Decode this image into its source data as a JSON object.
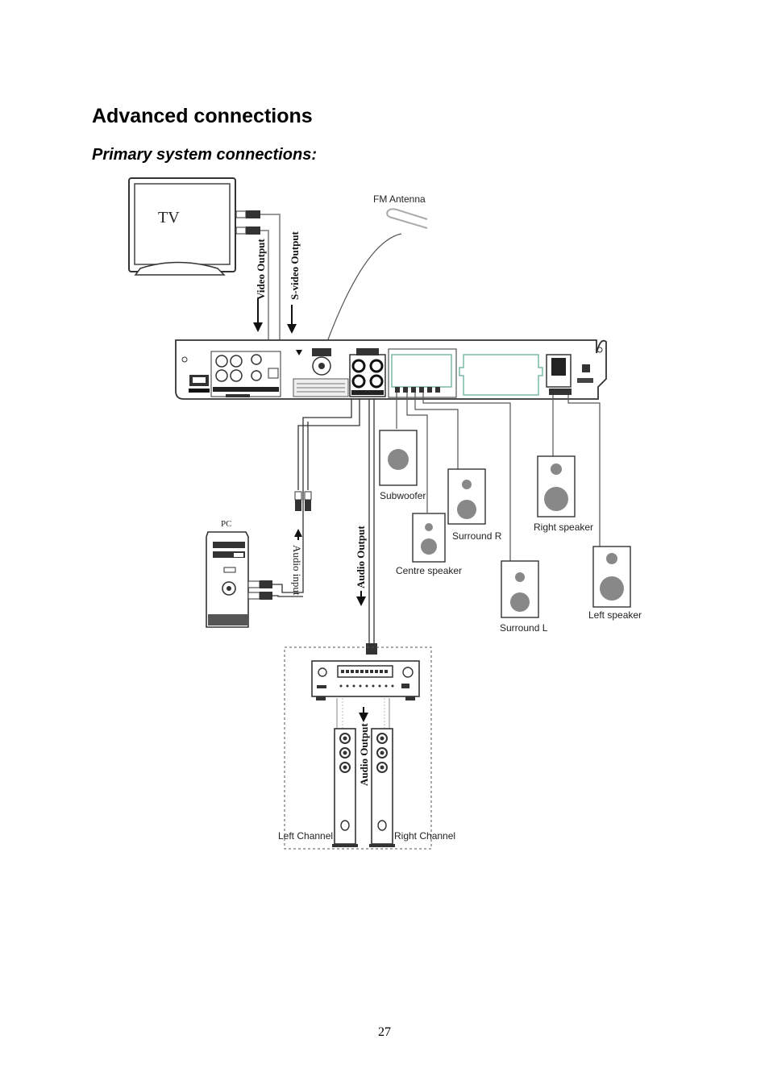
{
  "heading": "Advanced connections",
  "subheading": "Primary system connections:",
  "page_number": "27",
  "diagram": {
    "tv_label": "TV",
    "video_output": "Video Output",
    "s_video_output": "S-video Output",
    "fm_antenna": "FM Antenna",
    "pc_label": "PC",
    "audio_input": "Audio input",
    "audio_output": "Audio Output",
    "audio_output_2": "Audio Output",
    "subwoofer": "Subwoofer",
    "surround_r": "Surround R",
    "right_speaker": "Right  speaker",
    "centre_speaker": "Centre speaker",
    "surround_l": "Surround L",
    "left_speaker": "Left speaker",
    "left_channel": "Left Channel",
    "right_channel": "Right Channel"
  }
}
